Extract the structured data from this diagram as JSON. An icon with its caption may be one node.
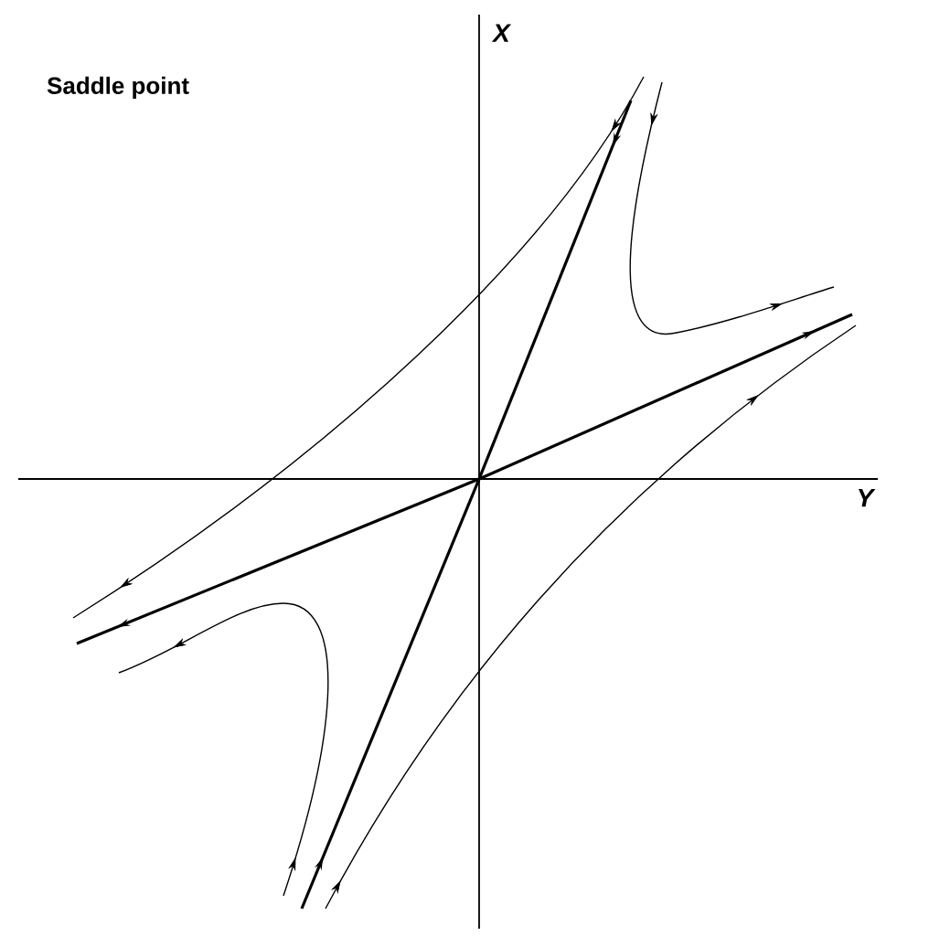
{
  "diagram": {
    "title": "Saddle point",
    "labels": [
      "X",
      "Y"
    ]
  }
}
